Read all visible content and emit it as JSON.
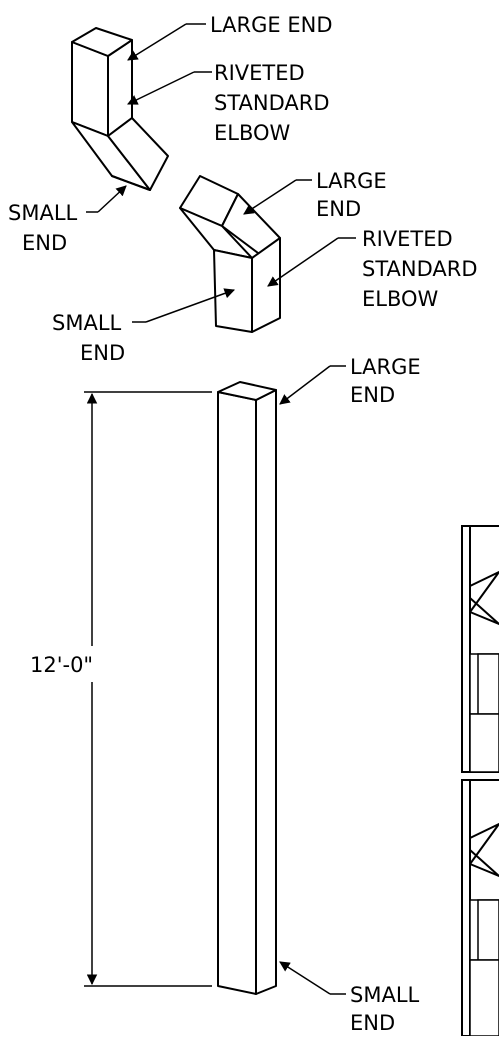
{
  "labels": {
    "elbow1_large_end": "LARGE END",
    "elbow1_riveted": [
      "RIVETED",
      "STANDARD",
      "ELBOW"
    ],
    "elbow1_small_end": [
      "SMALL",
      "END"
    ],
    "elbow2_large_end": [
      "LARGE",
      "END"
    ],
    "elbow2_riveted": [
      "RIVETED",
      "STANDARD",
      "ELBOW"
    ],
    "elbow2_small_end": [
      "SMALL",
      "END"
    ],
    "pipe_large_end": [
      "LARGE",
      "END"
    ],
    "pipe_small_end": [
      "SMALL",
      "END"
    ],
    "pipe_length": "12'-0\""
  }
}
